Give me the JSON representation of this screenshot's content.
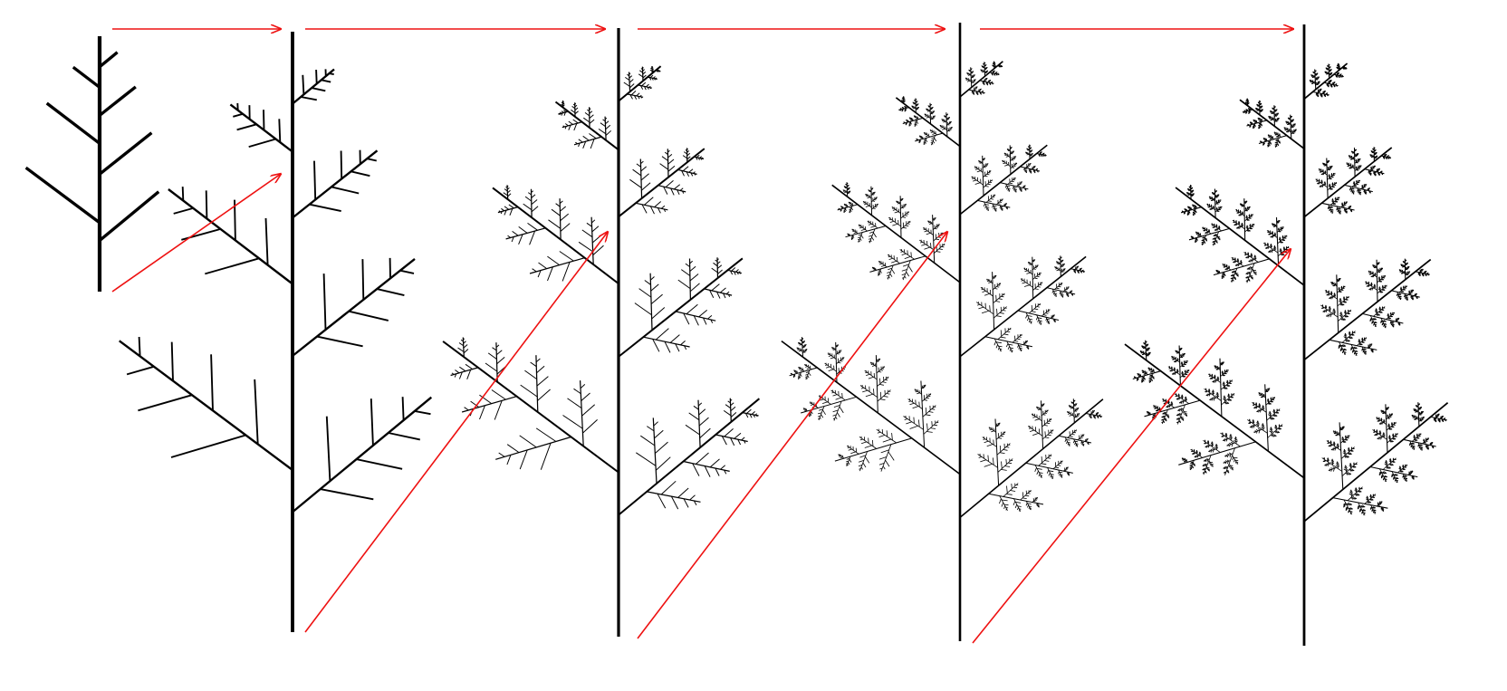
{
  "diagram": {
    "type": "l-system-tree-iterations",
    "stages": [
      {
        "id": "iteration-1",
        "depth": 1
      },
      {
        "id": "iteration-2",
        "depth": 2
      },
      {
        "id": "iteration-3",
        "depth": 3
      },
      {
        "id": "iteration-4",
        "depth": 4
      },
      {
        "id": "iteration-5",
        "depth": 5
      }
    ],
    "colors": {
      "background": "#ffffff",
      "tree": "#000000",
      "arrow": "#ee1111"
    },
    "arrows": [
      {
        "from": "iteration-1",
        "to": "iteration-2"
      },
      {
        "from": "iteration-2",
        "to": "iteration-3"
      },
      {
        "from": "iteration-3",
        "to": "iteration-4"
      },
      {
        "from": "iteration-4",
        "to": "iteration-5"
      }
    ]
  }
}
